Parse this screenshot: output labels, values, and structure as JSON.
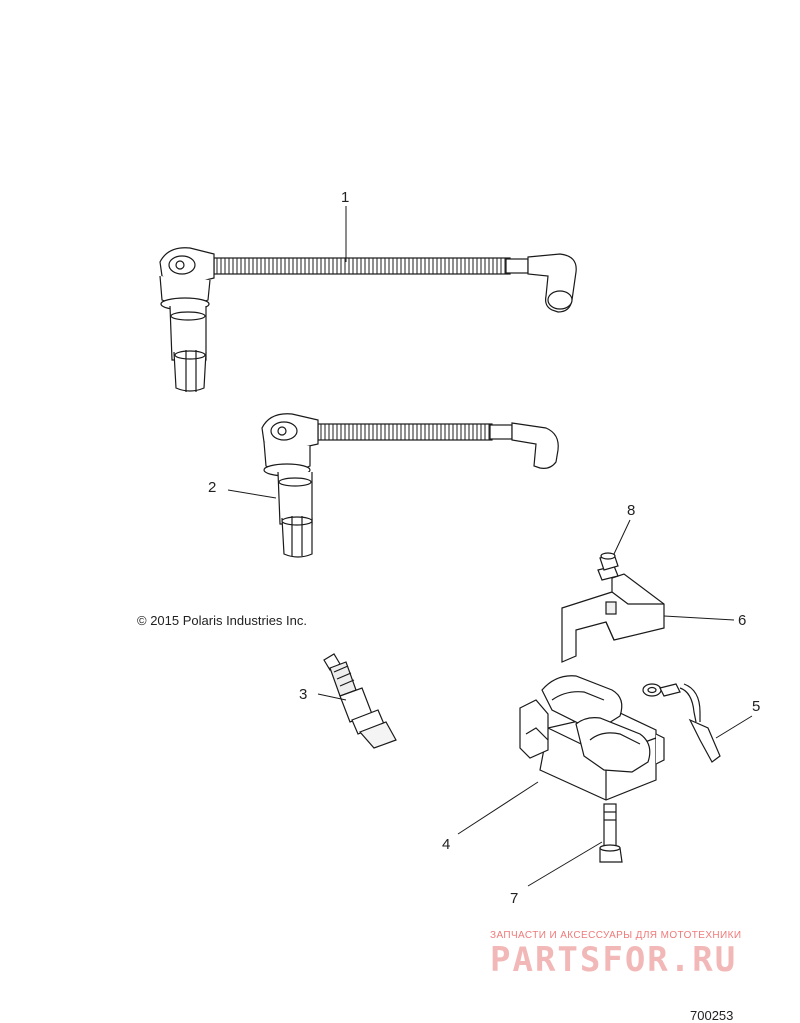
{
  "callouts": [
    "1",
    "2",
    "3",
    "4",
    "5",
    "6",
    "7",
    "8"
  ],
  "copyright": "© 2015 Polaris Industries Inc.",
  "diagram_id": "700253",
  "watermark": {
    "tagline": "ЗАПЧАСТИ И АКСЕССУАРЫ ДЛЯ МОТОТЕХНИКИ",
    "brand": "PARTSFOR.RU",
    "color": "#e14b4b"
  },
  "line_color": "#1a1a1a"
}
